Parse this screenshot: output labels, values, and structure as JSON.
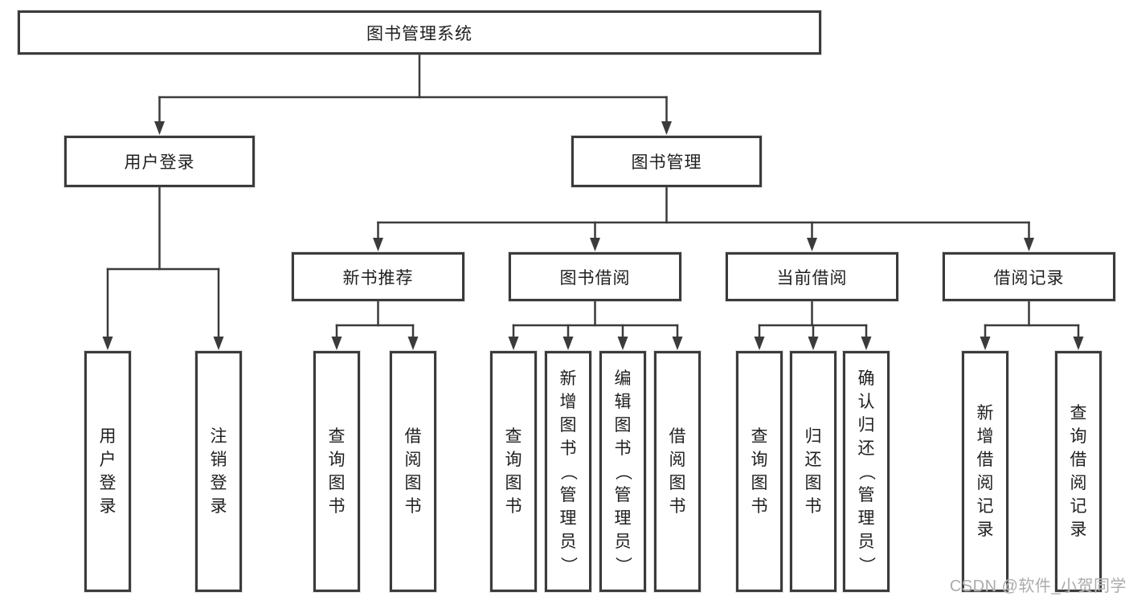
{
  "diagram_title": "图书管理系统",
  "nodes": {
    "root": "图书管理系统",
    "user_login": "用户登录",
    "book_mgmt": "图书管理",
    "new_book_rec": "新书推荐",
    "book_borrow": "图书借阅",
    "current_borrow": "当前借阅",
    "borrow_records": "借阅记录",
    "leaf_user_login": "用户登录",
    "leaf_logout": "注销登录",
    "leaf_nb_query": "查询图书",
    "leaf_nb_borrow": "借阅图书",
    "leaf_bb_query": "查询图书",
    "leaf_bb_add": "新增图书（管理员）",
    "leaf_bb_edit": "编辑图书（管理员）",
    "leaf_bb_borrow": "借阅图书",
    "leaf_cb_query": "查询图书",
    "leaf_cb_return": "归还图书",
    "leaf_cb_confirm": "确认归还（管理员）",
    "leaf_br_add": "新增借阅记录",
    "leaf_br_query": "查询借阅记录"
  },
  "hierarchy": {
    "root": [
      "user_login",
      "book_mgmt"
    ],
    "user_login": [
      "leaf_user_login",
      "leaf_logout"
    ],
    "book_mgmt": [
      "new_book_rec",
      "book_borrow",
      "current_borrow",
      "borrow_records"
    ],
    "new_book_rec": [
      "leaf_nb_query",
      "leaf_nb_borrow"
    ],
    "book_borrow": [
      "leaf_bb_query",
      "leaf_bb_add",
      "leaf_bb_edit",
      "leaf_bb_borrow"
    ],
    "current_borrow": [
      "leaf_cb_query",
      "leaf_cb_return",
      "leaf_cb_confirm"
    ],
    "borrow_records": [
      "leaf_br_add",
      "leaf_br_query"
    ]
  },
  "watermark": "CSDN @软件_小贺同学",
  "colors": {
    "line": "#3b3b3b",
    "box_border": "#3b3b3b",
    "text": "#202020",
    "watermark": "#ababab",
    "background": "#ffffff"
  }
}
